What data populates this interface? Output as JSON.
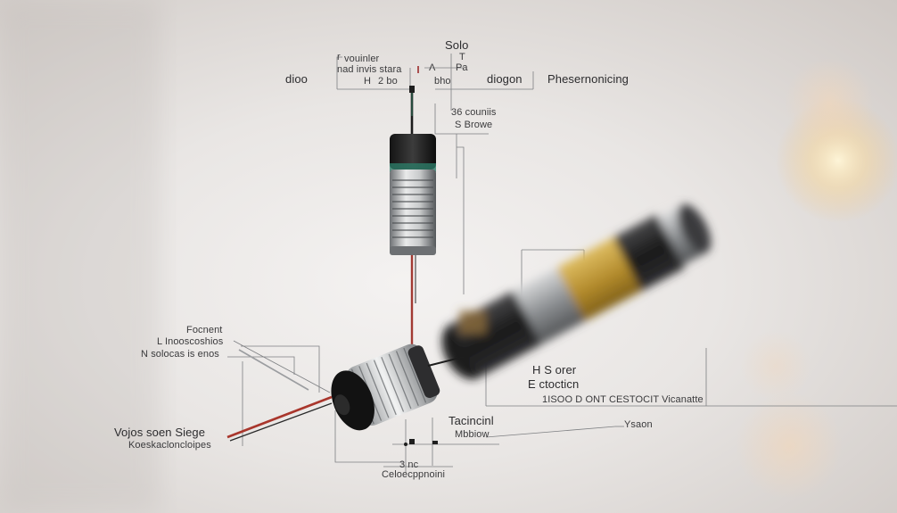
{
  "labels": {
    "top_solo": "Solo",
    "top_t": "T",
    "top_pa": "Pa",
    "top_lp": "Λ",
    "top_voulner": "vouinler",
    "top_nad": "nad invis stara",
    "top_h": "H",
    "top_2bo": "2 bo",
    "top_bho": "bho",
    "top_arrow_r": "r",
    "left_dioo": "dioo",
    "mid_diogon": "diogon",
    "right_phes": "Phesernonicing",
    "stem_36": "36 couniis",
    "stem_s": "S Browe",
    "left_focnent": "Focnent",
    "left_l": "L  Inooscoshios",
    "left_n": "N  solocas is enos",
    "bottom_left_1": "Vojos soen Siege",
    "bottom_left_2": "Koeskacloncloipes",
    "mid_technicl": "Tacincinl",
    "mid_mbbiow": "Mbbiow",
    "bottom_mid_1": "3 nc",
    "bottom_mid_2": "Celoecppnoini",
    "right_hs": "H S  orer",
    "right_e": "E  ctocticn",
    "right_row": "1ISOO D   ONT CESTOCIT Vicanatte",
    "right_ysaon": "Ysaon"
  }
}
